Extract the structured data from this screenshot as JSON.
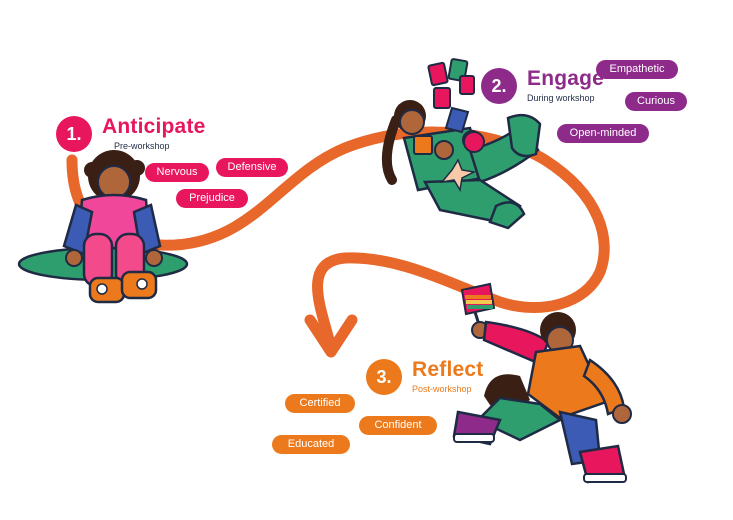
{
  "colors": {
    "path": "#e8672a",
    "anticipate": "#e8175d",
    "engage": "#8e2a8a",
    "reflect": "#ec7a1c",
    "ink": "#1f2a44",
    "skin": "#b0663b",
    "hair": "#3a1f14",
    "green": "#2f9e6e",
    "blue": "#3b5bb5"
  },
  "steps": [
    {
      "number": "1.",
      "title": "Anticipate",
      "subtitle": "Pre-workshop",
      "tags": [
        "Nervous",
        "Defensive",
        "Prejudice"
      ]
    },
    {
      "number": "2.",
      "title": "Engage",
      "subtitle": "During workshop",
      "tags": [
        "Empathetic",
        "Curious",
        "Open-minded"
      ]
    },
    {
      "number": "3.",
      "title": "Reflect",
      "subtitle": "Post-workshop",
      "tags": [
        "Certified",
        "Confident",
        "Educated"
      ]
    }
  ]
}
